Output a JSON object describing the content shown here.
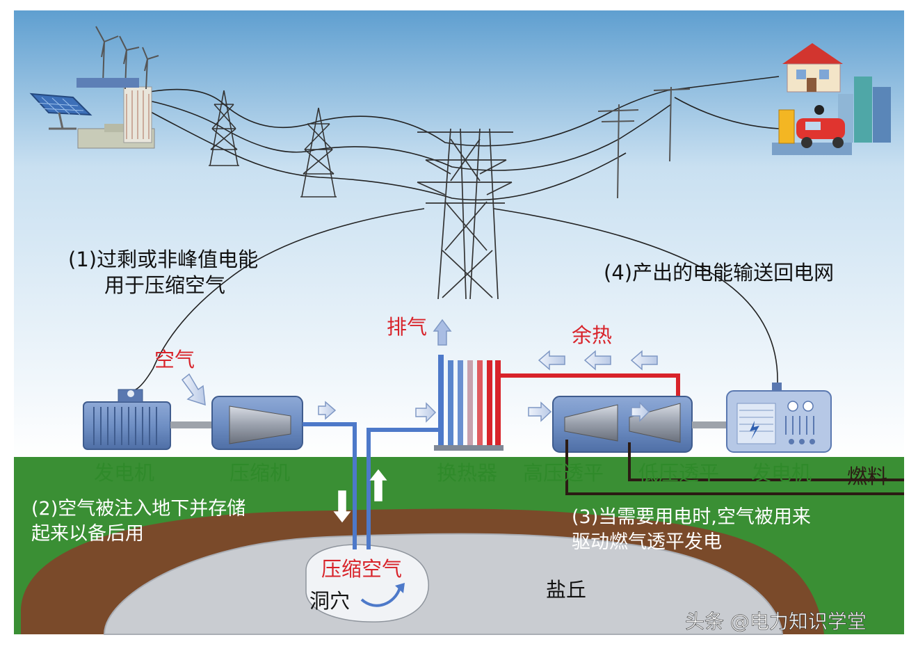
{
  "steps": {
    "step1_line1": "(1)过剩或非峰值电能",
    "step1_line2": "用于压缩空气",
    "step2_line1": "(2)空气被注入地下并存储",
    "step2_line2": "起来以备后用",
    "step3_line1": "(3)当需要用电时,空气被用来",
    "step3_line2": "驱动燃气透平发电",
    "step4": "(4)产出的电能输送回电网"
  },
  "components": {
    "generator_left": "发电机",
    "compressor": "压缩机",
    "heat_exchanger": "换热器",
    "hp_turbine": "高压透平",
    "lp_turbine": "低压透平",
    "generator_right": "发电机",
    "fuel": "燃料"
  },
  "flows": {
    "air": "空气",
    "exhaust": "排气",
    "waste_heat": "余热",
    "compressed_air": "压缩空气"
  },
  "underground": {
    "cavern": "洞穴",
    "salt_dome": "盐丘"
  },
  "watermark": "头条 @电力知识学堂",
  "colors": {
    "sky_top": "#5f9fd0",
    "ground_green": "#3a8f34",
    "soil_brown": "#7a4a2a",
    "cavern_gray": "#c9ccd1",
    "label_green": "#2f8a2a",
    "label_red": "#d8232a",
    "machine_blue": "#6f8fc4",
    "pipe_blue": "#4d79c9",
    "pipe_red": "#d8232a"
  }
}
